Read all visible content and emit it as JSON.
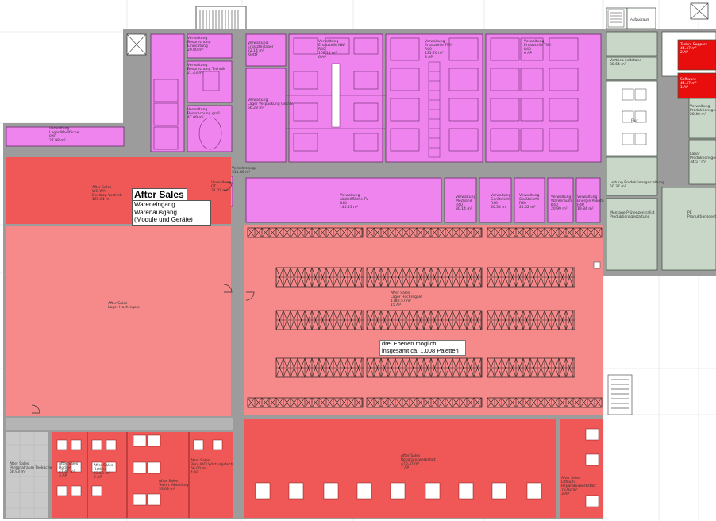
{
  "title": {
    "main": "After Sales",
    "sub": "Wareneingang\nWarenausgang\n(Module und Geräte)"
  },
  "note": {
    "pallets": "drei Ebenen möglich\ninsgesamt ca. 1.008 Paletten"
  },
  "lift": "Aufzugraum",
  "rooms": {
    "top_left": "Verwaltung\nLager Medifäche\nR40\n27.98 m²",
    "as_office": "After Sales\nWO WA\nDesktop Vertrieb\n165.84 m²",
    "as_hochregal": "After Sales\nLager Hochregale",
    "main_hochregal": "After Sales\nLager Hochregale\n1780.57 m²\n15 AP",
    "reparatur": "After Sales\nReparaturwerkstatt\n470.37 m²\n7 AP",
    "lithium": "After Sales\nLithium\nReparaturwerkstatt\n75.02 m²\n3 AP",
    "verkehr": "Verkehrswege\n311.86 m²",
    "abstellflaeche": "Verwaltung\nAbstellfläche TV\nR40\n145.23 m²",
    "mechanik": "Verwaltung\nMechanik\nR40\n30.14 m²",
    "geraete1": "Verwaltung\nGerätelicht\nR40\n30.34 m²",
    "geraete2": "Verwaltung\nGerätelicht\nR40\n24.52 m²",
    "wareneingang": "Verwaltung\nWarenraum\nR40\n20.99 m²",
    "energie": "Verwaltung\nEnergie Pakete\nR40\n19.84 m²",
    "lager_verpackung": "Verwaltung\nLager Verpackung Geräte\n66.28 m²",
    "ersatzteil_lager": "Verwaltung\nErsatzteillager\n22.14 m²\nKlettF",
    "ersatzteile_nw": "Verwaltung\nErsatzteile NW\nR40\n108.11 m²\n6 AP",
    "ersatzteile_w1": "Verwaltung\nErsatzteile TWI\nR40\n135.70 m²\n8 AP",
    "ersatzteile_w2": "Verwaltung\nErsatzteile TWI\nR40\n6 AP",
    "besprechung1": "Verwaltung\nBesprechung\nEinrichtung\n20.80 m²",
    "besprechung2": "Verwaltung\nBesprechung Technik\n21.43 m²",
    "besprechung3": "Verwaltung\nBesprechung groß\n47.09 m²",
    "gt_office": "Verwaltung\nGT\n31.02 m²",
    "sozial": "After Sales\nPersonalraum Teeküche\n58.93 m²",
    "as_hotline1": "After Sales\nHotline\n47.47 m²\n3 AP",
    "as_hotline2": "After Sales\nHotline\n53.53 m²\n2 AP",
    "as_tech": "After Sales\nTechn. Abteilung\n53.03 m²",
    "as_buero": "After Sales\nBüro WCI Wartungstech\n66.00 m²\n4 AP",
    "leitstand": "Vertrieb Leitstand\n38.64 m²",
    "produktion1": "Verwaltung\nProduktionsgestaltung\n28.40 m²",
    "produktion2": "Leitung Produktionsgestaltung\n50.37 m²",
    "labor": "Labor\nProduktionsgestaltung\n34.57 m²",
    "montage": "Montage Prüfenzentralist\nProduktionsgestaltung",
    "pe": "PE\nProduktionsgestaltung",
    "support": "Techn. Support\n44.47 m²\n2 AP",
    "support2": "Software\n44.47 m²\n1 AP",
    "flur": "Flur"
  },
  "colors": {
    "magenta": "#ef84ef",
    "red": "#ef5856",
    "salmon": "#f6898a",
    "bright_red": "#e80e0e",
    "green_gray": "#c9d7c9",
    "wall": "#9c9c9c",
    "corridor": "#b4b4b4",
    "gray_room": "#c9c9c9",
    "rack": "#222222"
  }
}
